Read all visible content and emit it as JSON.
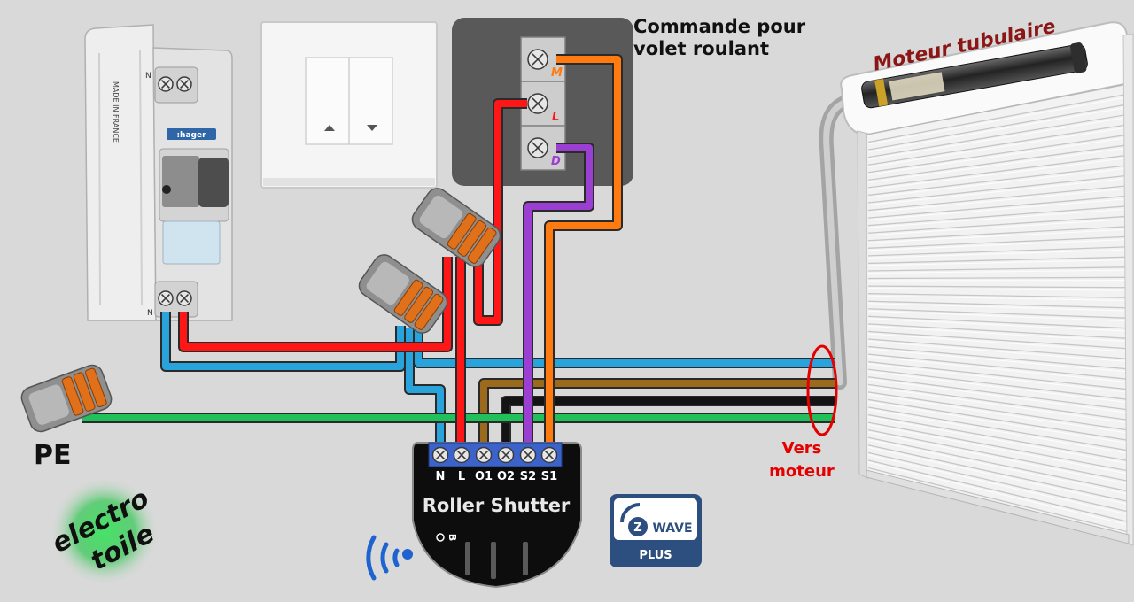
{
  "diagram": {
    "title_line1": "Commande pour",
    "title_line2": "volet roulant",
    "motor_label": "Moteur tubulaire",
    "pe_label": "PE",
    "vers_line1": "Vers",
    "vers_line2": "moteur"
  },
  "switch_terminals": {
    "m": "M",
    "l": "L",
    "d": "D"
  },
  "module": {
    "name": "Roller Shutter",
    "button": "B",
    "terminals": [
      "N",
      "L",
      "O1",
      "O2",
      "S2",
      "S1"
    ]
  },
  "breaker": {
    "brand": ":hager",
    "pole_top": "N",
    "pole_bottom": "N",
    "marking": "MADE IN FRANCE"
  },
  "zwave_logo": {
    "z": "Z",
    "wave": "WAVE",
    "plus": "PLUS"
  },
  "brand_logo": {
    "line1": "electro",
    "line2": "toile"
  },
  "colors": {
    "background": "#d9d9d9",
    "blue": "#29a3dc",
    "red": "#ff1616",
    "green": "#20c15a",
    "brown": "#9b6a1c",
    "black": "#141414",
    "purple": "#9a3fd1",
    "orange": "#ff7b10",
    "annotation_red": "#e50000",
    "motor_label": "#8a1616",
    "zwave_blue": "#2d4f80",
    "signal_blue": "#1e63d0"
  }
}
